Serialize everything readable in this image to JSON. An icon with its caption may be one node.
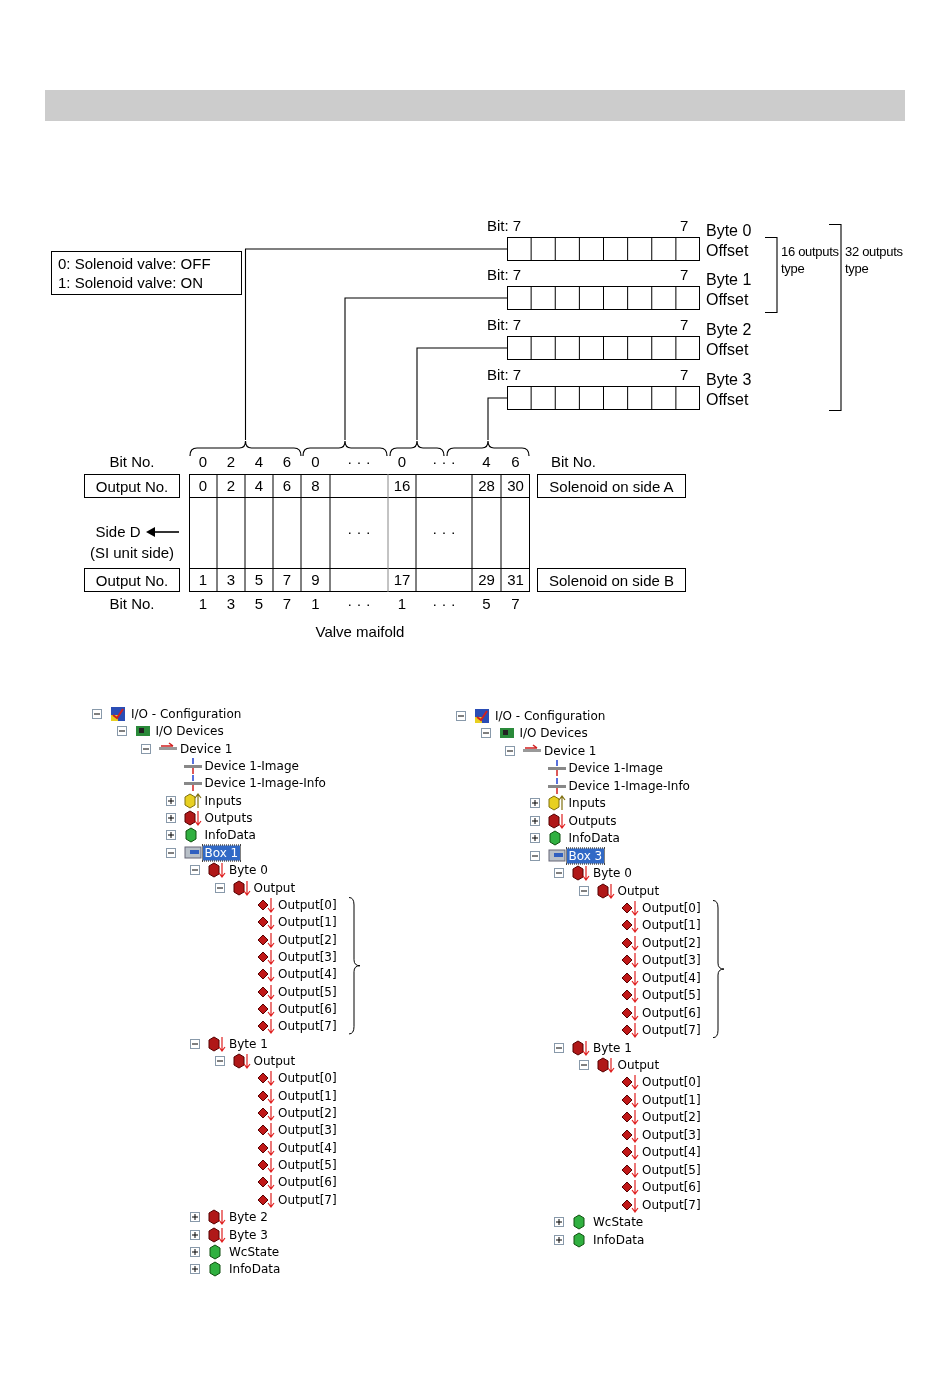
{
  "diagram": {
    "nodes": [
      {
        "text": [
          "0: Solenoid valve: OFF",
          "1: Solenoid valve: ON"
        ]
      },
      {
        "text": [],
        "shape": "bar",
        "beside": [
          "Bit: 7",
          "7",
          "Byte 0 Offset"
        ]
      },
      {
        "text": [],
        "shape": "bar",
        "beside": [
          "Bit: 7",
          "7",
          "Byte 1 Offset"
        ]
      },
      {
        "text": [],
        "shape": "bar",
        "beside": [
          "Bit: 7",
          "7",
          "Byte 2 Offset"
        ]
      },
      {
        "text": [],
        "shape": "bar",
        "beside": [
          "Bit: 7",
          "7",
          "Byte 3 Offset"
        ]
      },
      {
        "text": [],
        "shape": "bracket"
      },
      {
        "text": [],
        "shape": "bracket"
      },
      {
        "text": [],
        "shape": "bracket"
      },
      {
        "text": [],
        "shape": "bracket"
      },
      {
        "text": [
          "Output No."
        ]
      },
      {
        "text": [
          "Solenoid on side A"
        ]
      },
      {
        "text": [
          "Output No."
        ]
      },
      {
        "text": [
          "Solenoid on side B"
        ]
      }
    ],
    "edges": [
      {
        "from": 1,
        "to": 5,
        "arrow": "none"
      },
      {
        "from": 2,
        "to": 6,
        "arrow": "none"
      },
      {
        "from": 3,
        "to": 7,
        "arrow": "none"
      },
      {
        "from": 4,
        "to": 8,
        "arrow": "none"
      }
    ],
    "labels": [
      "16 outputs type",
      "32 outputs type",
      "Bit No.",
      "0",
      "2",
      "4",
      "6",
      "0",
      "· · ·",
      "0",
      "· · ·",
      "4",
      "6",
      "Bit No.",
      "0",
      "2",
      "4",
      "6",
      "8",
      "16",
      "28",
      "30",
      "Side D",
      "· · ·",
      "· · ·",
      "(SI unit side)",
      "1",
      "3",
      "5",
      "7",
      "9",
      "17",
      "29",
      "31",
      "Bit No.",
      "1",
      "3",
      "5",
      "7",
      "1",
      "· · ·",
      "1",
      "· · ·",
      "5",
      "7",
      "Valve maifold",
      "I/O - Configuration",
      "I/O Devices",
      "Device 1",
      "Device 1-Image",
      "Device 1-Image-Info",
      "Inputs",
      "Outputs",
      "InfoData",
      "Box 1",
      "Byte 0",
      "Output",
      "Output[0]",
      "Output[1]",
      "Output[2]",
      "Output[3]",
      "Output[4]",
      "Output[5]",
      "Output[6]",
      "Output[7]",
      "Byte 1",
      "Output",
      "Output[0]",
      "Output[1]",
      "Output[2]",
      "Output[3]",
      "Output[4]",
      "Output[5]",
      "Output[6]",
      "Output[7]",
      "Byte 2",
      "Byte 3",
      "WcState",
      "InfoData",
      "I/O - Configuration",
      "I/O Devices",
      "Device 1",
      "Device 1-Image",
      "Device 1-Image-Info",
      "Inputs",
      "Outputs",
      "InfoData",
      "Box 3",
      "Byte 0",
      "Output",
      "Output[0]",
      "Output[1]",
      "Output[2]",
      "Output[3]",
      "Output[4]",
      "Output[5]",
      "Output[6]",
      "Output[7]",
      "Byte 1",
      "Output",
      "Output[0]",
      "Output[1]",
      "Output[2]",
      "Output[3]",
      "Output[4]",
      "Output[5]",
      "Output[6]",
      "Output[7]",
      "WcState",
      "InfoData"
    ]
  }
}
